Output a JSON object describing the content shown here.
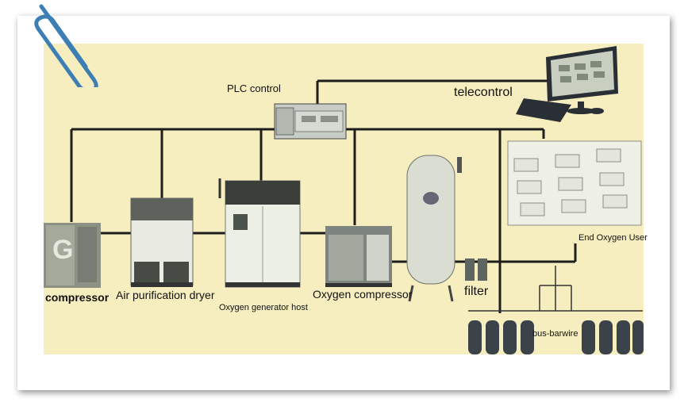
{
  "labels": {
    "plc": "PLC control",
    "telecontrol": "telecontrol",
    "compressor": "compressor",
    "dryer": "Air purification dryer",
    "generator": "Oxygen generator host",
    "oxygen_compressor": "Oxygen compressor",
    "filter": "filter",
    "end_user": "End Oxygen User",
    "bus": "bus-barwire"
  },
  "colors": {
    "background": "#f6eebe",
    "line": "#1e1e1e",
    "clip": "#3d7fb5"
  },
  "icons": [
    "paperclip-icon",
    "computer-icon",
    "plc-icon",
    "compressor-icon",
    "dryer-icon",
    "generator-icon",
    "oxygen-compressor-icon",
    "tank-icon",
    "filter-icon",
    "cylinder-icon",
    "factory-icon"
  ]
}
